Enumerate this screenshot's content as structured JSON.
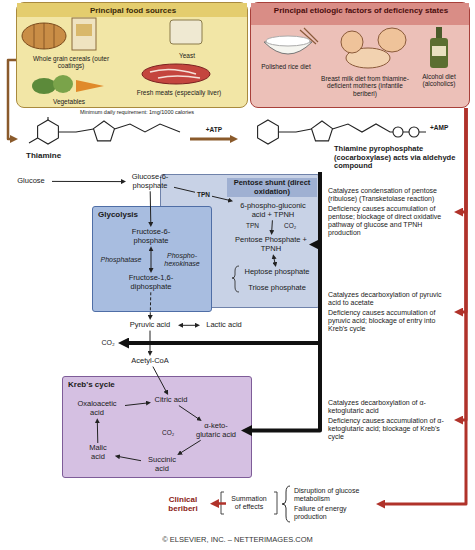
{
  "diagram": {
    "nodes": [
      {
        "text": [
          "Principal food sources",
          "Whole grain cereals (outer coatings)",
          "Yeast",
          "Vegetables",
          "Fresh meats (especially liver)"
        ]
      },
      {
        "text": [
          "Principal etiologic factors of deficiency states",
          "Polished rice diet",
          "Breast milk diet from thiamine-deficient mothers (infantile beriberi)",
          "Alcohol diet (alcoholics)"
        ]
      },
      {
        "text": [
          "Thiamine"
        ]
      },
      {
        "text": [
          "Thiamine pyrophosphate (cocarboxylase) acts via aldehyde compound"
        ]
      },
      {
        "text": [
          "Glucose"
        ]
      },
      {
        "text": [
          "Pentose shunt (direct oxidation)"
        ]
      },
      {
        "text": [
          "6-phospho-gluconic acid + TPNH"
        ],
        "in": 5
      },
      {
        "text": [
          "Pentose Phosphate + TPNH"
        ],
        "in": 5
      },
      {
        "text": [
          "Heptose phosphate"
        ],
        "in": 5
      },
      {
        "text": [
          "Triose phosphate"
        ],
        "in": 5
      },
      {
        "text": [
          "Glycolysis"
        ]
      },
      {
        "text": [
          "Glucose-6-phosphate"
        ]
      },
      {
        "text": [
          "Fructose-6-phosphate"
        ],
        "in": 10
      },
      {
        "text": [
          "Phosphatase"
        ],
        "in": 10
      },
      {
        "text": [
          "Phospho-hexokinase"
        ],
        "in": 10
      },
      {
        "text": [
          "Fructose-1,6-diphosphate"
        ],
        "in": 10
      },
      {
        "text": [
          "Pyruvic acid"
        ]
      },
      {
        "text": [
          "Lactic acid"
        ]
      },
      {
        "text": [
          "CO₂"
        ]
      },
      {
        "text": [
          "Acetyl-CoA"
        ]
      },
      {
        "text": [
          "Kreb's cycle"
        ]
      },
      {
        "text": [
          "Oxaloacetic acid"
        ],
        "in": 20
      },
      {
        "text": [
          "Citric acid"
        ],
        "in": 20
      },
      {
        "text": [
          "α-keto-glutaric acid"
        ],
        "in": 20
      },
      {
        "text": [
          "Succinic acid"
        ],
        "in": 20
      },
      {
        "text": [
          "Malic acid"
        ],
        "in": 20
      },
      {
        "text": [
          "Catalyzes condensation of pentose (ribulose) (Transketolase reaction)",
          "Deficiency causes accumulation of pentose; blockage of direct oxidative pathway of glucose and TPNH production"
        ]
      },
      {
        "text": [
          "Catalyzes decarboxylation of pyruvic acid to acetate",
          "Deficiency causes accumulation of pyruvic acid; blockage of entry into Kreb's cycle"
        ]
      },
      {
        "text": [
          "Catalyzes decarboxylation of α-ketoglutaric acid",
          "Deficiency causes accumulation of α-ketoglutaric acid; blockage of Kreb's cycle"
        ]
      },
      {
        "text": [
          "Clinical beriberi"
        ]
      },
      {
        "text": [
          "Summation of effects"
        ]
      },
      {
        "text": [
          "Disruption of glucose metabolism",
          "Failure of energy production"
        ]
      }
    ],
    "edges": [
      {
        "from": 0,
        "to": 2,
        "arrow": "to"
      },
      {
        "from": 2,
        "to": 3,
        "label": "+ATP",
        "arrow": "to"
      },
      {
        "from": 4,
        "to": 11,
        "arrow": "to"
      },
      {
        "from": 11,
        "to": 6,
        "label": "TPN",
        "arrow": "to"
      },
      {
        "from": 11,
        "to": 12,
        "arrow": "to"
      },
      {
        "from": 6,
        "to": 7,
        "arrow": "to"
      },
      {
        "from": 7,
        "to": 8,
        "arrow": "both"
      },
      {
        "from": 12,
        "to": 15,
        "arrow": "both"
      },
      {
        "from": 15,
        "to": 16,
        "arrow": "to"
      },
      {
        "from": 16,
        "to": 17,
        "arrow": "both"
      },
      {
        "from": 16,
        "to": 19,
        "arrow": "to"
      },
      {
        "from": 19,
        "to": 22,
        "arrow": "to"
      },
      {
        "from": 22,
        "to": 23,
        "arrow": "to"
      },
      {
        "from": 23,
        "to": 24,
        "arrow": "to"
      },
      {
        "from": 24,
        "to": 25,
        "arrow": "to"
      },
      {
        "from": 25,
        "to": 21,
        "arrow": "to"
      },
      {
        "from": 21,
        "to": 22,
        "arrow": "to"
      },
      {
        "from": 3,
        "to": 7,
        "arrow": "to"
      },
      {
        "from": 3,
        "to": 18,
        "arrow": "to"
      },
      {
        "from": 3,
        "to": 23,
        "arrow": "to"
      },
      {
        "from": 1,
        "to": 26,
        "arrow": "to"
      },
      {
        "from": 1,
        "to": 27,
        "arrow": "to"
      },
      {
        "from": 1,
        "to": 28,
        "arrow": "to"
      },
      {
        "from": 1,
        "to": 31,
        "arrow": "to"
      },
      {
        "from": 30,
        "to": 29,
        "arrow": "to"
      }
    ],
    "labels": [
      "Minimum daily requirement: 1mg/1000 calories",
      "+AMP",
      "TPN",
      "CO₂",
      "CO₂",
      "© ELSEVIER, INC. – NETTERIMAGES.COM"
    ]
  }
}
